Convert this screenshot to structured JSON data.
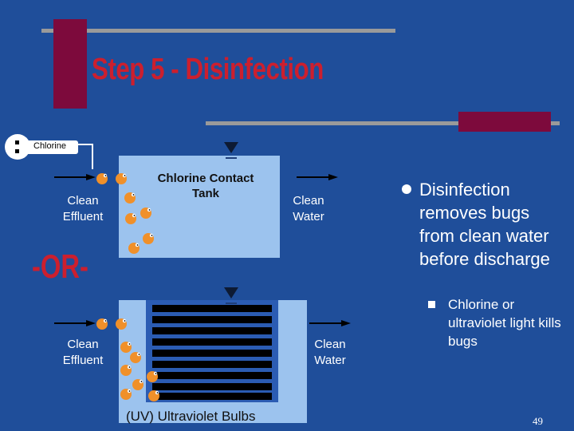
{
  "slide": {
    "title": "Step 5 - Disinfection",
    "page_number": "49"
  },
  "diagram": {
    "chlorine_source_label": "Chlorine",
    "top_process": {
      "inlet_label": "Clean\nEffluent",
      "tank_label": "Chlorine Contact\nTank",
      "outlet_label": "Clean\nWater"
    },
    "separator": "-OR-",
    "bottom_process": {
      "inlet_label": "Clean\nEffluent",
      "bulbs_label": "(UV) Ultraviolet Bulbs",
      "outlet_label": "Clean\nWater"
    }
  },
  "bullets": {
    "main": "Disinfection removes bugs from clean water before discharge",
    "sub": "Chlorine or ultraviolet light kills bugs"
  },
  "colors": {
    "background": "#1f4e9a",
    "title": "#cc1f2e",
    "tank": "#9cc3ee",
    "bug": "#f0902a",
    "deco_block": "#7d0a3c",
    "deco_bar": "#9a9a9a"
  }
}
